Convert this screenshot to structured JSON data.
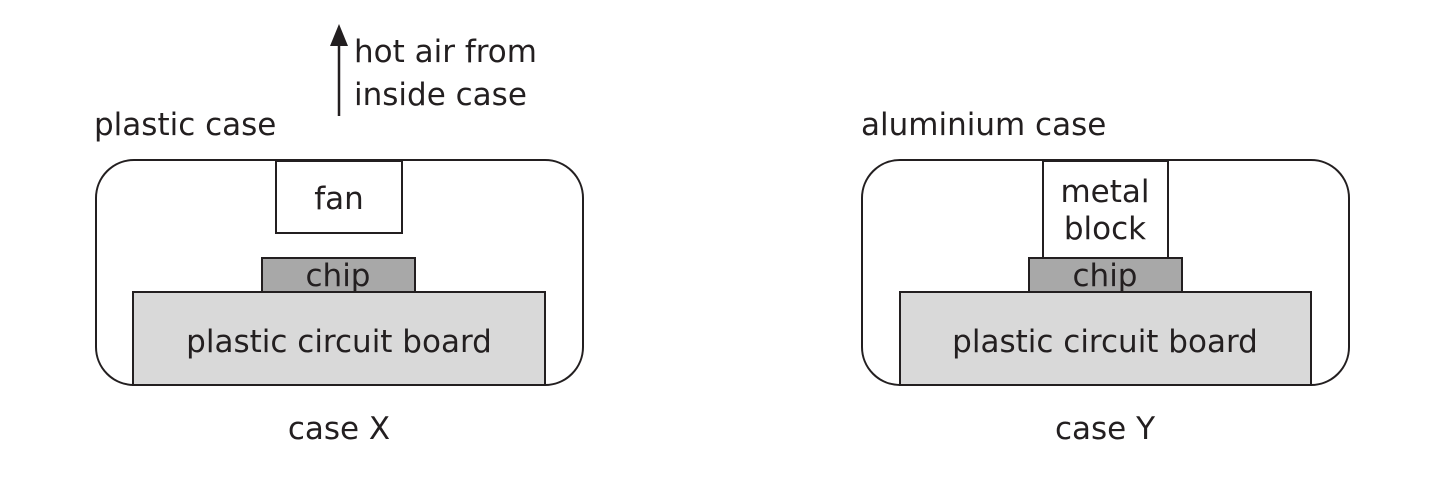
{
  "case_x": {
    "case_label": "plastic case",
    "arrow_label_line1": "hot air from",
    "arrow_label_line2": "inside case",
    "fan_label": "fan",
    "chip_label": "chip",
    "board_label": "plastic circuit board",
    "caption": "case X"
  },
  "case_y": {
    "case_label": "aluminium case",
    "block_label_line1": "metal",
    "block_label_line2": "block",
    "chip_label": "chip",
    "board_label": "plastic circuit board",
    "caption": "case Y"
  },
  "colors": {
    "line": "#231f20",
    "chip_fill": "#a8a8a8",
    "board_fill": "#d9d9d9"
  }
}
